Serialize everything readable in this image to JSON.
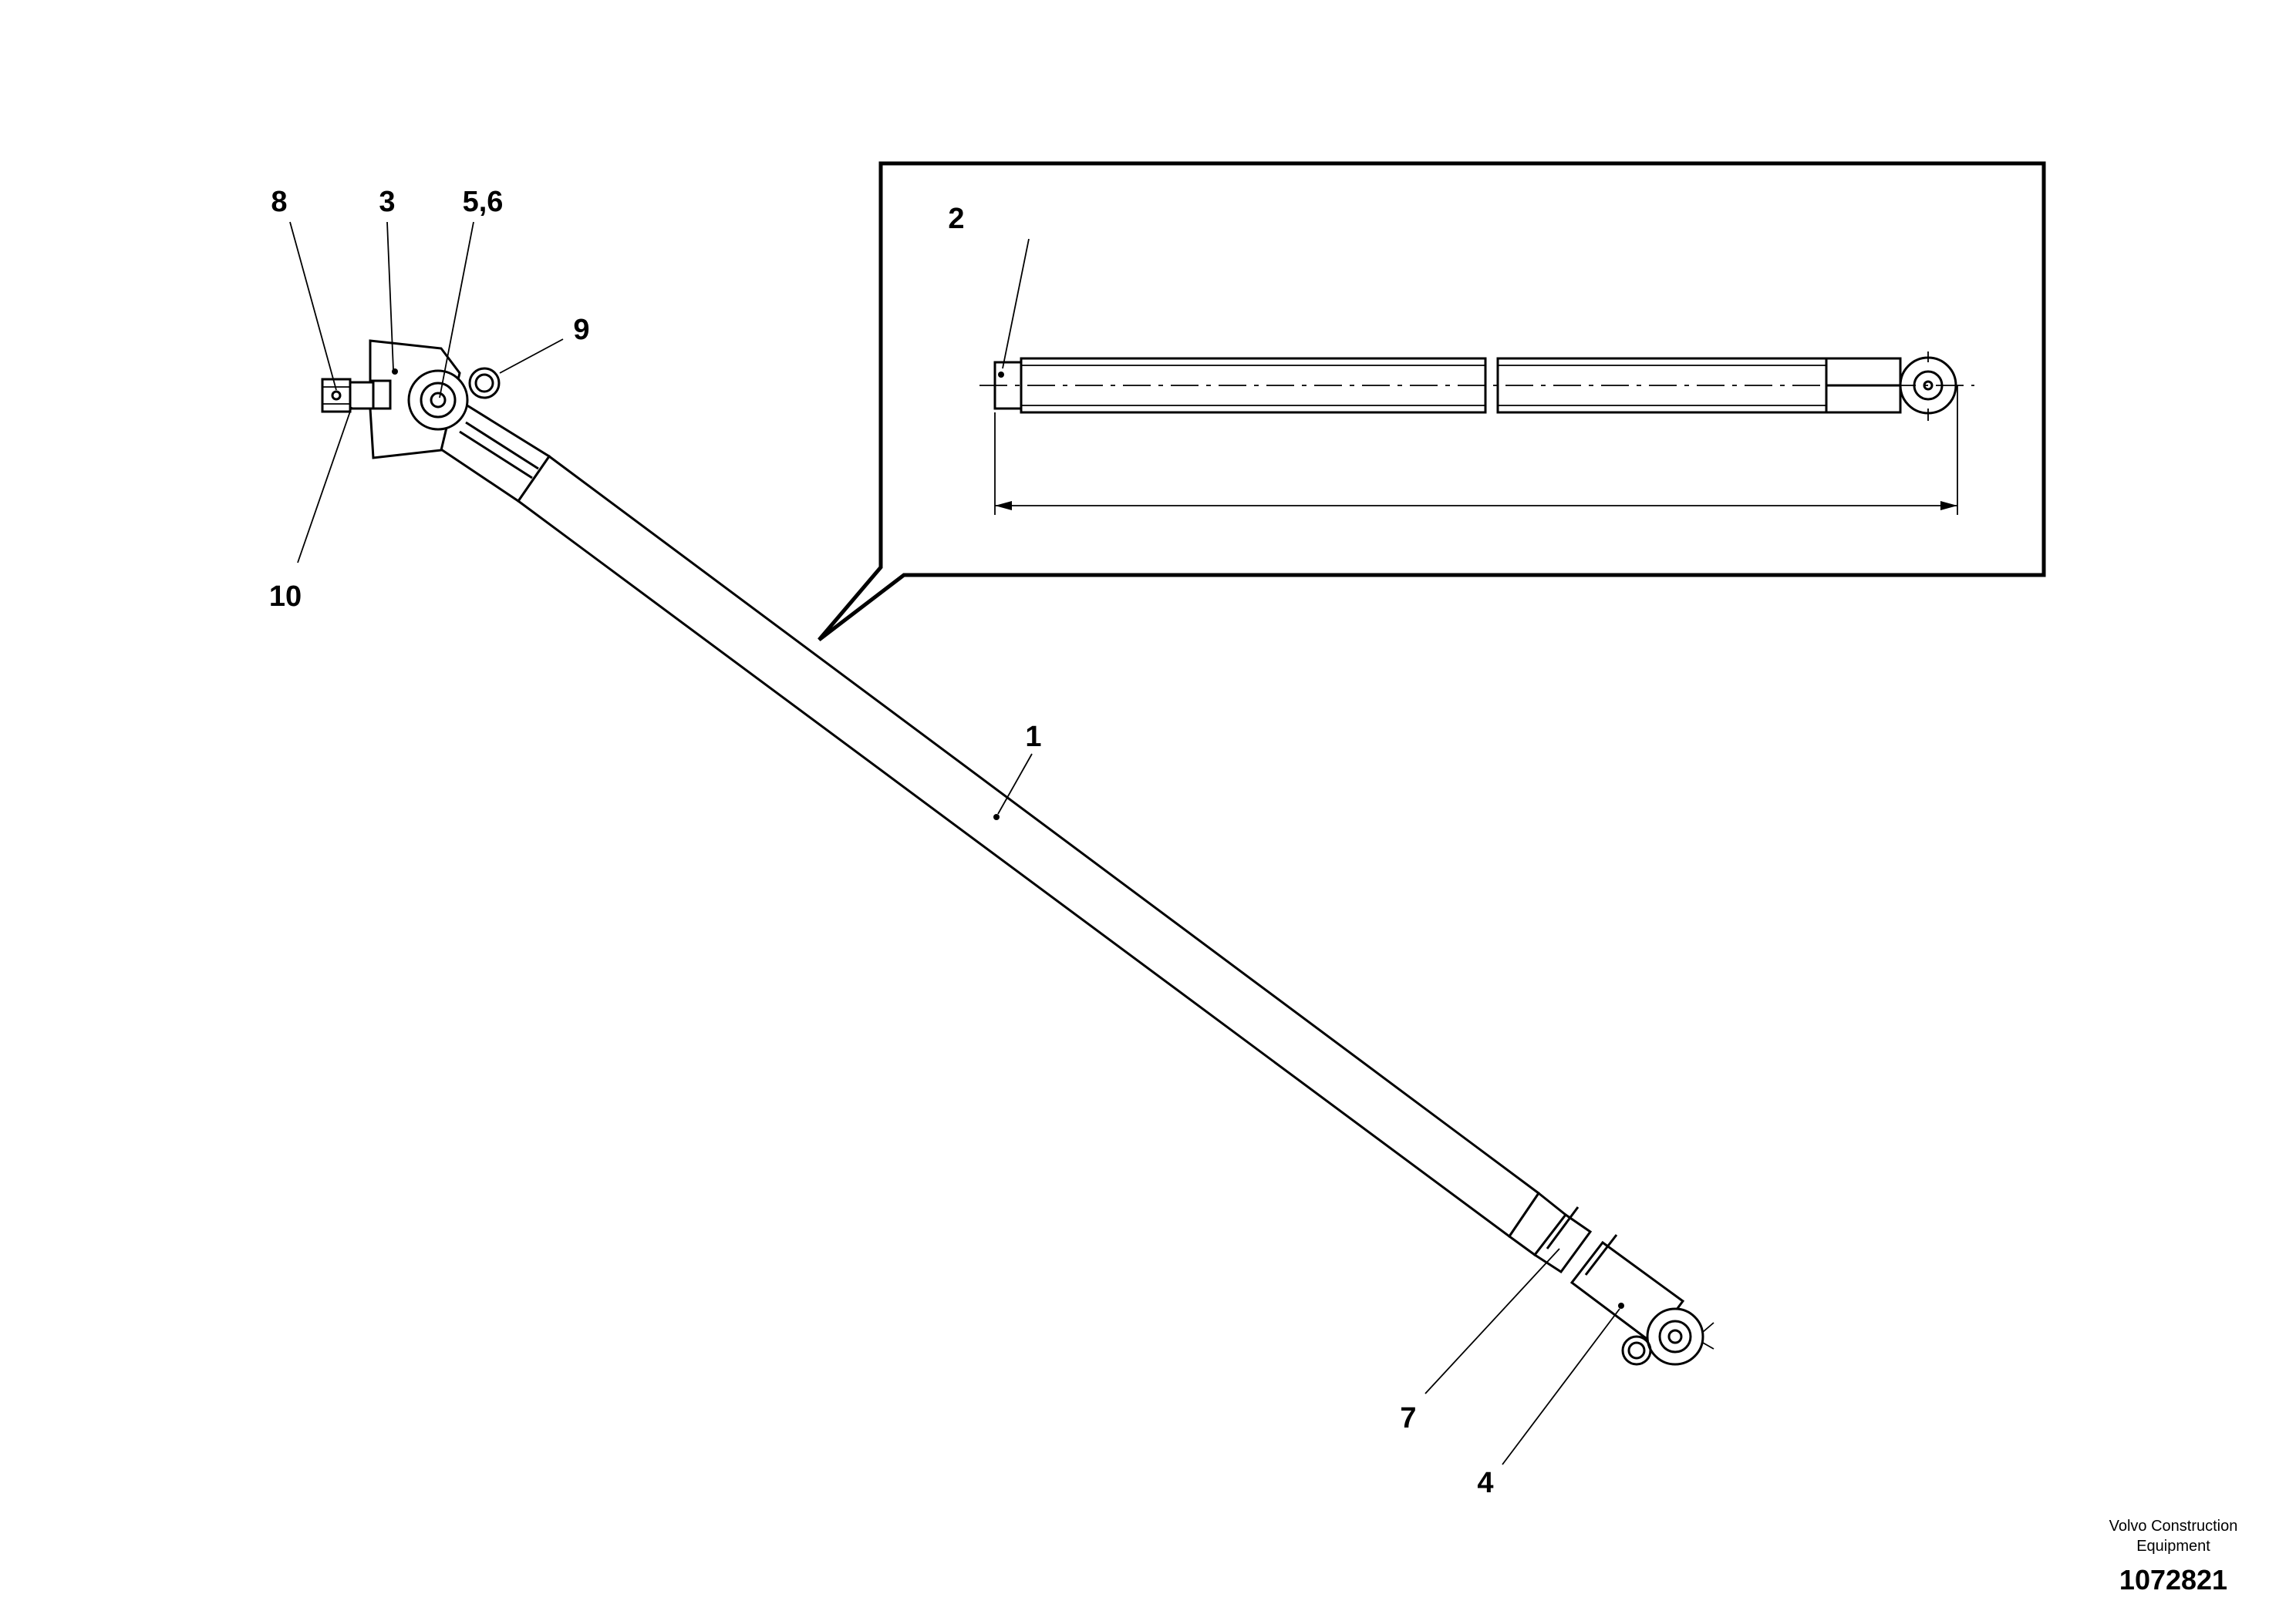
{
  "callouts": {
    "c1": "1",
    "c2": "2",
    "c3": "3",
    "c4": "4",
    "c56": "5,6",
    "c7": "7",
    "c8": "8",
    "c9": "9",
    "c10": "10"
  },
  "footer": {
    "company_line1": "Volvo Construction",
    "company_line2": "Equipment",
    "drawing_number": "1072821"
  }
}
